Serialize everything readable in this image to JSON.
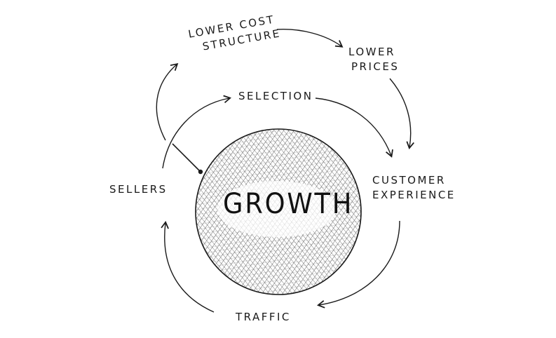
{
  "diagram": {
    "center_label": "GROWTH",
    "nodes": {
      "lower_cost_structure": {
        "line1": "Lower cost",
        "line2": "structure"
      },
      "lower_prices": {
        "line1": "Lower",
        "line2": "prices"
      },
      "selection": "Selection",
      "customer_experience": {
        "line1": "Customer",
        "line2": "Experience"
      },
      "sellers": "Sellers",
      "traffic": "Traffic"
    }
  },
  "colors": {
    "ink": "#1a1a1a",
    "background": "#ffffff"
  }
}
